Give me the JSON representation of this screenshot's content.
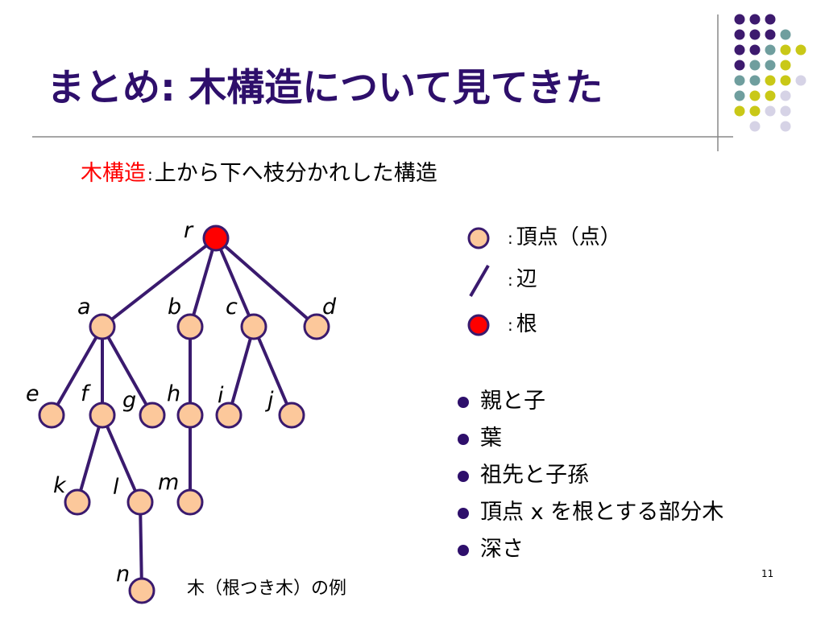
{
  "title": "まとめ: 木構造について見てきた",
  "subtitle": {
    "term": "木構造",
    "colon": ":",
    "description": "上から下へ枝分かれした構造"
  },
  "tree": {
    "nodes": [
      {
        "id": "r",
        "label": "r",
        "root": true
      },
      {
        "id": "a",
        "label": "a"
      },
      {
        "id": "b",
        "label": "b"
      },
      {
        "id": "c",
        "label": "c"
      },
      {
        "id": "d",
        "label": "d"
      },
      {
        "id": "e",
        "label": "e"
      },
      {
        "id": "f",
        "label": "f"
      },
      {
        "id": "g",
        "label": "g"
      },
      {
        "id": "h",
        "label": "h"
      },
      {
        "id": "i",
        "label": "i"
      },
      {
        "id": "j",
        "label": "j"
      },
      {
        "id": "k",
        "label": "k"
      },
      {
        "id": "l",
        "label": "l"
      },
      {
        "id": "m",
        "label": "m"
      },
      {
        "id": "n",
        "label": "n"
      }
    ],
    "edges": [
      [
        "r",
        "a"
      ],
      [
        "r",
        "b"
      ],
      [
        "r",
        "c"
      ],
      [
        "r",
        "d"
      ],
      [
        "a",
        "e"
      ],
      [
        "a",
        "f"
      ],
      [
        "a",
        "g"
      ],
      [
        "b",
        "h"
      ],
      [
        "c",
        "i"
      ],
      [
        "c",
        "j"
      ],
      [
        "f",
        "k"
      ],
      [
        "f",
        "l"
      ],
      [
        "h",
        "m"
      ],
      [
        "l",
        "n"
      ]
    ]
  },
  "legend": {
    "vertex": "頂点（点）",
    "edge": "辺",
    "root": "根",
    "colon": ":"
  },
  "bullets": [
    "親と子",
    "葉",
    "祖先と子孫",
    "頂点 x を根とする部分木",
    "深さ"
  ],
  "caption": "木（根つき木）の例",
  "page_number": "11",
  "colors": {
    "title": "#2e0f6b",
    "edge": "#3a1a6e",
    "node_fill": "#fcc89b",
    "root_fill": "#ff0000",
    "node_stroke": "#3a1a6e",
    "term": "#ff0000",
    "deco_purple": "#3d1a6e",
    "deco_teal": "#6f9e9e",
    "deco_yellow": "#c9c817",
    "deco_lavender": "#d6d3e6"
  }
}
